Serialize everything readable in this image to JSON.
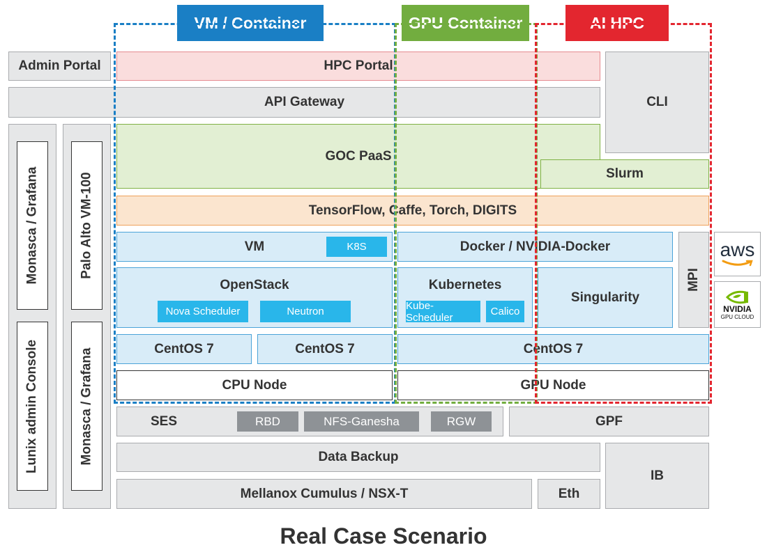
{
  "headers": {
    "vm_container": "VM / Container",
    "gpu_container": "GPU Container",
    "ai_hpc": "AI HPC"
  },
  "admin_portal": "Admin Portal",
  "hpc_portal": "HPC Portal",
  "api_gateway": "API Gateway",
  "cli": "CLI",
  "side_left": {
    "top": "Monasca / Grafana",
    "bottom": "Lunix admin Console"
  },
  "side_right": {
    "top": "Palo Alto VM-100",
    "bottom": "Monasca / Grafana"
  },
  "goc_paas": "GOC PaaS",
  "slurm": "Slurm",
  "frameworks": "TensorFlow, Caffe, Torch, DIGITS",
  "vm": "VM",
  "k8s": "K8S",
  "docker": "Docker / NVIDIA-Docker",
  "mpi": "MPI",
  "openstack": "OpenStack",
  "nova_scheduler": "Nova Scheduler",
  "neutron": "Neutron",
  "kubernetes": "Kubernetes",
  "kube_scheduler": "Kube-Scheduler",
  "calico": "Calico",
  "singularity": "Singularity",
  "centos_a": "CentOS 7",
  "centos_b": "CentOS 7",
  "centos_c": "CentOS 7",
  "cpu_node": "CPU Node",
  "gpu_node": "GPU Node",
  "ses": "SES",
  "rbd": "RBD",
  "nfs_ganesha": "NFS-Ganesha",
  "rgw": "RGW",
  "gpf": "GPF",
  "data_backup": "Data Backup",
  "ib": "IB",
  "mellanox": "Mellanox Cumulus / NSX-T",
  "eth": "Eth",
  "logos": {
    "aws": "aws",
    "nvidia": "NVIDIA",
    "nvidia_sub": "GPU CLOUD"
  },
  "caption": "Real Case Scenario",
  "colors": {
    "vm_container": "#1a7fc5",
    "gpu_container": "#72ad3f",
    "ai_hpc": "#e3262f"
  }
}
